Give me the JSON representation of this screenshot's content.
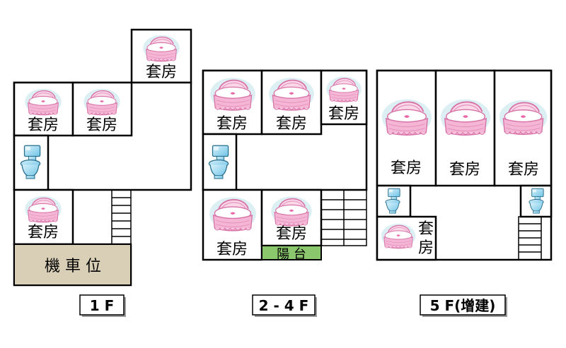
{
  "labels": {
    "suite": "套房",
    "suite_top": "套",
    "suite_bottom": "房",
    "parking": "機 車 位",
    "balcony": "陽 台"
  },
  "floors": {
    "f1": "1 F",
    "f2": "2 - 4 F",
    "f5": "5 F(增建)"
  },
  "colors": {
    "parking": "#d9cfb6",
    "balcony": "#8bc76d",
    "bed_pink": "#f4b6d4",
    "toilet_blue": "#8fd4ef"
  }
}
